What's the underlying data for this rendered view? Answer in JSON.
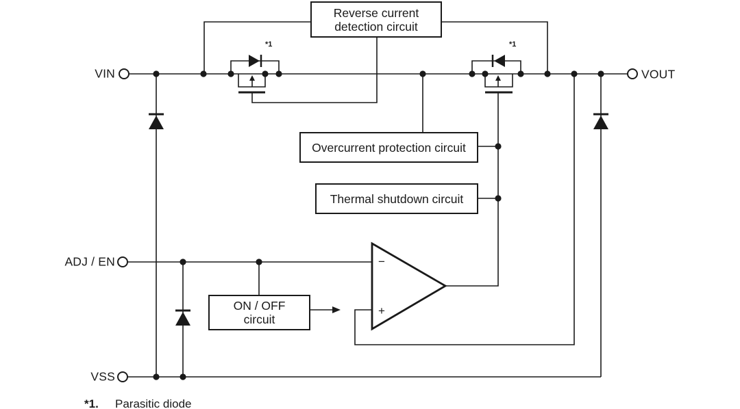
{
  "diagram": {
    "colors": {
      "ink": "#1a1a1a",
      "background": "#ffffff"
    },
    "terminals": {
      "vin": {
        "label": "VIN"
      },
      "vout": {
        "label": "VOUT"
      },
      "adj_en": {
        "label": "ADJ / EN"
      },
      "vss": {
        "label": "VSS"
      }
    },
    "blocks": {
      "reverse_current_detection": {
        "line1": "Reverse current",
        "line2": "detection circuit"
      },
      "overcurrent_protection": {
        "label": "Overcurrent protection circuit"
      },
      "thermal_shutdown": {
        "label": "Thermal shutdown circuit"
      },
      "on_off": {
        "line1": "ON / OFF",
        "line2": "circuit"
      }
    },
    "comparator": {
      "minus_label": "−",
      "plus_label": "+"
    },
    "pass_transistors": {
      "fet1_marker": "*1",
      "fet2_marker": "*1"
    },
    "footnote": {
      "marker": "*1.",
      "text": "Parasitic diode"
    }
  }
}
